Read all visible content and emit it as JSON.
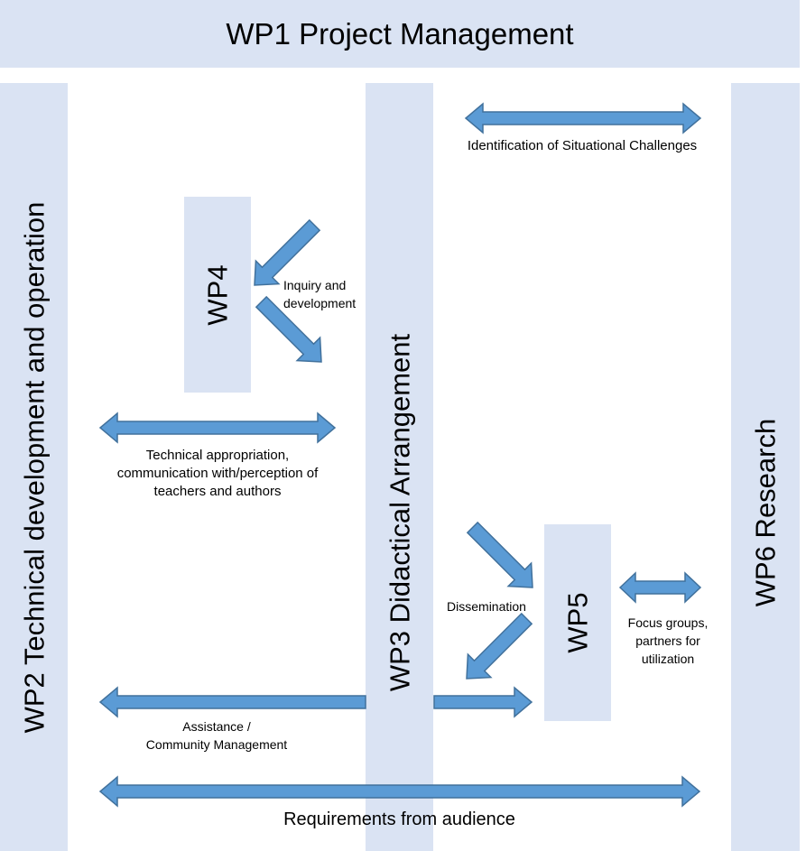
{
  "colors": {
    "box_fill": "#dae3f3",
    "arrow_fill": "#5b9bd5",
    "arrow_stroke": "#41719c",
    "background": "#ffffff"
  },
  "wp1": {
    "title": "WP1 Project Management"
  },
  "wp2": {
    "title": "WP2 Technical development and operation"
  },
  "wp3": {
    "title": "WP3 Didactical Arrangement"
  },
  "wp4": {
    "title": "WP4"
  },
  "wp5": {
    "title": "WP5"
  },
  "wp6": {
    "title": "WP6 Research"
  },
  "labels": {
    "situational": "Identification of Situational Challenges",
    "inquiry": "Inquiry and\ndevelopment",
    "technical": "Technical appropriation,\ncommunication with/perception of\nteachers and authors",
    "dissemination": "Dissemination",
    "focus": "Focus groups,\npartners for\nutilization",
    "assistance": "Assistance /\nCommunity Management",
    "requirements": "Requirements from audience"
  }
}
